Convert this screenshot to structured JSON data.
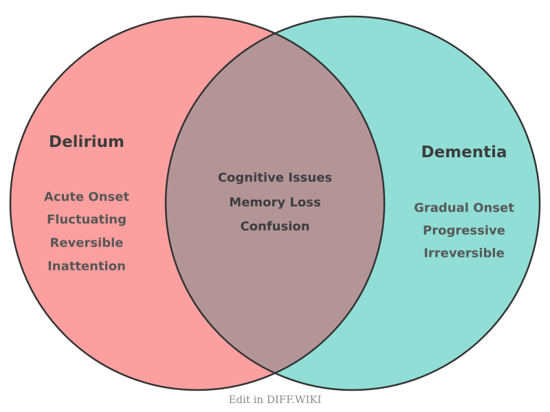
{
  "diagram": {
    "type": "venn-2-set",
    "colors": {
      "background": "#ffffff",
      "left_fill": "#FC9F9F",
      "right_fill": "#90DED5",
      "overlap_fill": "#B39598",
      "circle_stroke": "#333333",
      "title_color": "#3D3D3D",
      "item_color": "#575757",
      "overlap_text_color": "#3D3D3D",
      "caption_color": "#8A8A8A"
    },
    "left": {
      "title": "Delirium",
      "items": [
        "Acute Onset",
        "Fluctuating",
        "Reversible",
        "Inattention"
      ]
    },
    "right": {
      "title": "Dementia",
      "items": [
        "Gradual Onset",
        "Progressive",
        "Irreversible"
      ]
    },
    "overlap": {
      "items": [
        "Cognitive Issues",
        "Memory Loss",
        "Confusion"
      ]
    },
    "caption": "Edit in DIFF.WIKI"
  }
}
